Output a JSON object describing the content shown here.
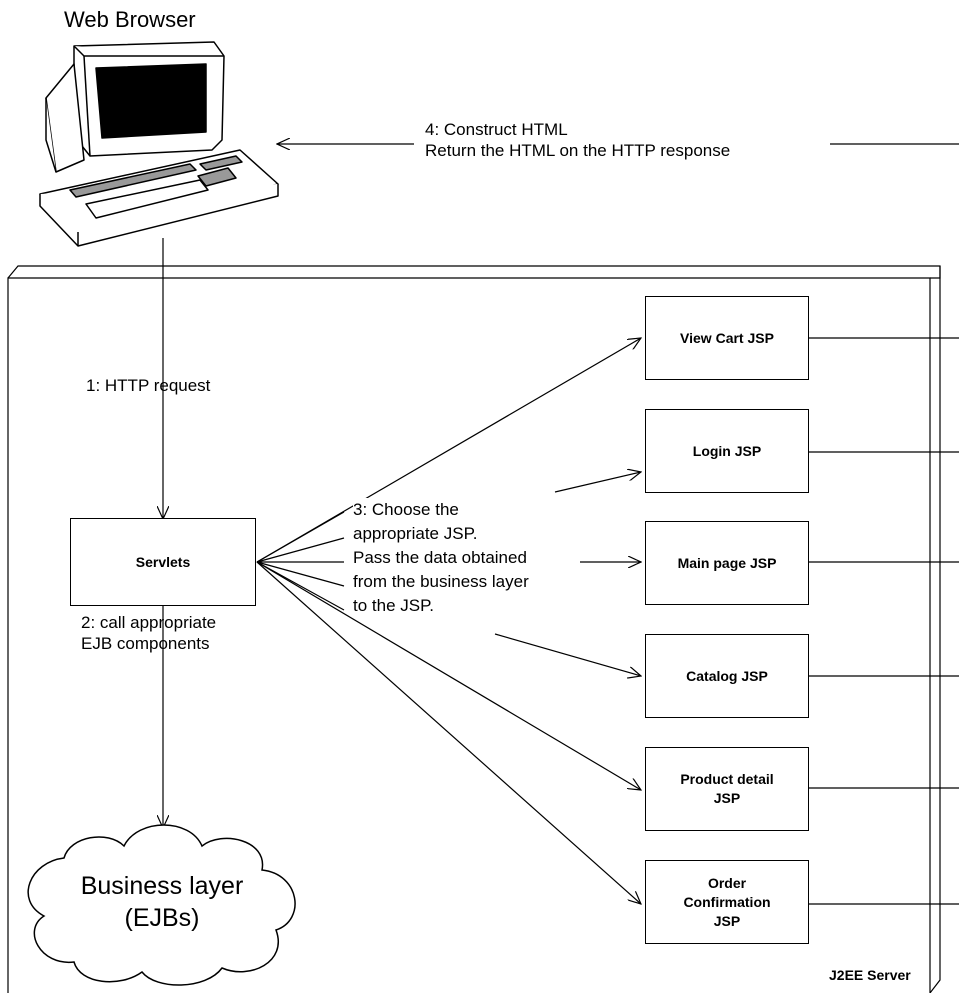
{
  "browser": {
    "title": "Web Browser"
  },
  "steps": {
    "request": "1: HTTP request",
    "call_ejb": [
      "2: call appropriate",
      "EJB components"
    ],
    "choose_jsp": [
      "3: Choose the",
      "appropriate JSP.",
      "Pass the data obtained",
      "from the business layer",
      "to the JSP."
    ],
    "construct_html": [
      "4: Construct HTML",
      "Return the HTML on the HTTP response"
    ]
  },
  "servlets": {
    "label": "Servlets"
  },
  "business_layer": {
    "label_line1": "Business layer",
    "label_line2": "(EJBs)"
  },
  "jsps": [
    {
      "lines": [
        "View Cart JSP"
      ]
    },
    {
      "lines": [
        "Login JSP"
      ]
    },
    {
      "lines": [
        "Main page JSP"
      ]
    },
    {
      "lines": [
        "Catalog JSP"
      ]
    },
    {
      "lines": [
        "Product detail",
        "JSP"
      ]
    },
    {
      "lines": [
        "Order",
        "Confirmation",
        "JSP"
      ]
    }
  ],
  "server": {
    "label": "J2EE Server"
  }
}
